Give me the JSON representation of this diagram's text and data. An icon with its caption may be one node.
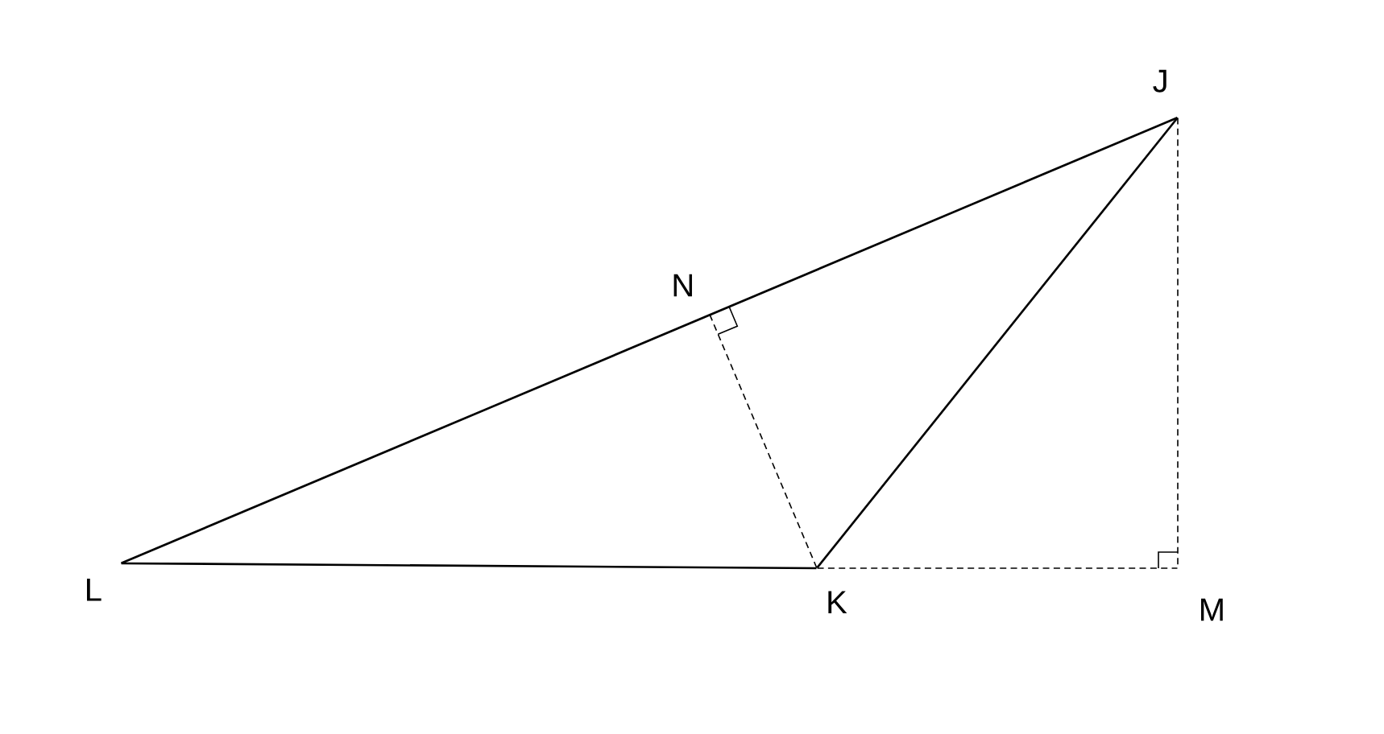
{
  "diagram": {
    "nodes": [
      {
        "text": [
          "J"
        ]
      },
      {
        "text": [
          "N"
        ]
      },
      {
        "text": [
          "L"
        ]
      },
      {
        "text": [
          "K"
        ]
      },
      {
        "text": [
          "M"
        ]
      }
    ],
    "edges": [
      {
        "from": 2,
        "to": 0,
        "arrow": "none"
      },
      {
        "from": 2,
        "to": 3,
        "arrow": "none"
      },
      {
        "from": 3,
        "to": 0,
        "arrow": "none"
      },
      {
        "from": 3,
        "to": 4,
        "arrow": "none",
        "style": "dashed"
      },
      {
        "from": 0,
        "to": 4,
        "arrow": "none",
        "style": "dashed"
      },
      {
        "from": 3,
        "to": 1,
        "arrow": "none",
        "style": "dashed"
      }
    ]
  }
}
